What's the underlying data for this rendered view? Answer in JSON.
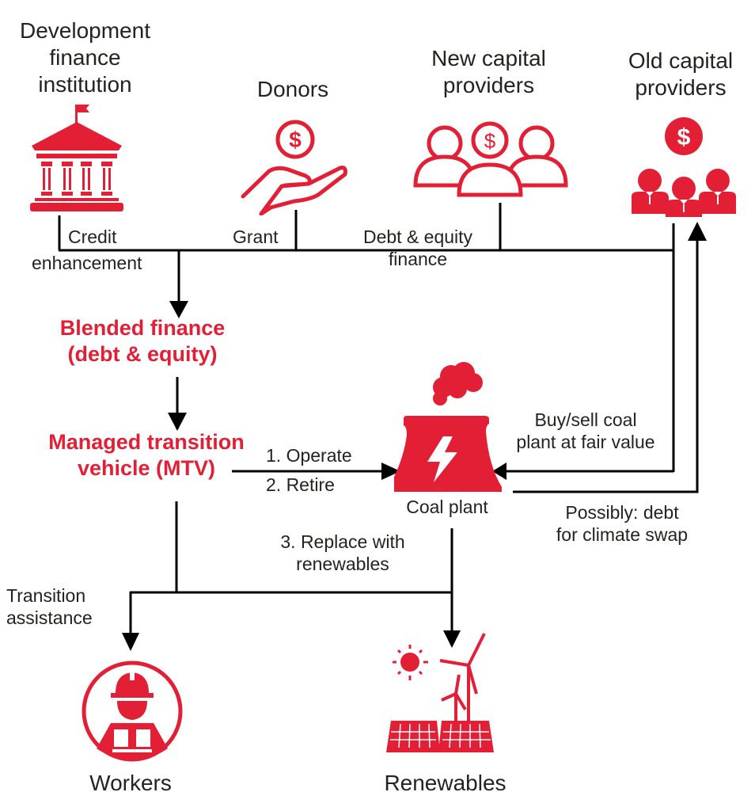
{
  "colors": {
    "accent": "#e31f36",
    "text": "#222420",
    "line": "#000000"
  },
  "actors": {
    "dfi": {
      "label": "Development\nfinance\ninstitution",
      "icon": "bank-icon"
    },
    "donors": {
      "label": "Donors",
      "icon": "hand-dollar-icon"
    },
    "new_capital": {
      "label": "New capital\nproviders",
      "icon": "group-dollar-outline-icon"
    },
    "old_capital": {
      "label": "Old capital\nproviders",
      "icon": "businessmen-dollar-icon"
    }
  },
  "flows": {
    "credit": "Credit",
    "enhancement": "enhancement",
    "grant": "Grant",
    "debt_equity": "Debt & equity\nfinance",
    "operate": "1. Operate",
    "retire": "2. Retire",
    "replace": "3. Replace with\nrenewables",
    "buy_sell": "Buy/sell coal\nplant at fair value",
    "swap": "Possibly: debt\nfor climate swap",
    "transition": "Transition\nassistance"
  },
  "nodes": {
    "blended": "Blended finance\n(debt & equity)",
    "mtv": "Managed transition\nvehicle (MTV)",
    "coal": {
      "label": "Coal plant",
      "icon": "power-plant-icon"
    },
    "workers": {
      "label": "Workers",
      "icon": "worker-icon"
    },
    "renewables": {
      "label": "Renewables",
      "icon": "renewables-icon"
    }
  }
}
